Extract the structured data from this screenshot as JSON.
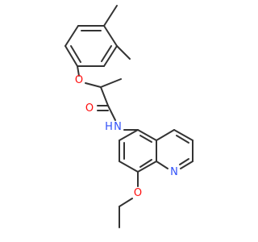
{
  "colors": {
    "bond": "#333333",
    "O": "#ff0d0d",
    "N": "#3050f8",
    "background": "#ffffff"
  },
  "atom_labels": {
    "ether_oxygen": "O",
    "carbonyl_oxygen": "O",
    "amide_nh": "N",
    "amide_h": "H",
    "quinoline_nitrogen": "N",
    "ethoxy_oxygen": "O"
  }
}
